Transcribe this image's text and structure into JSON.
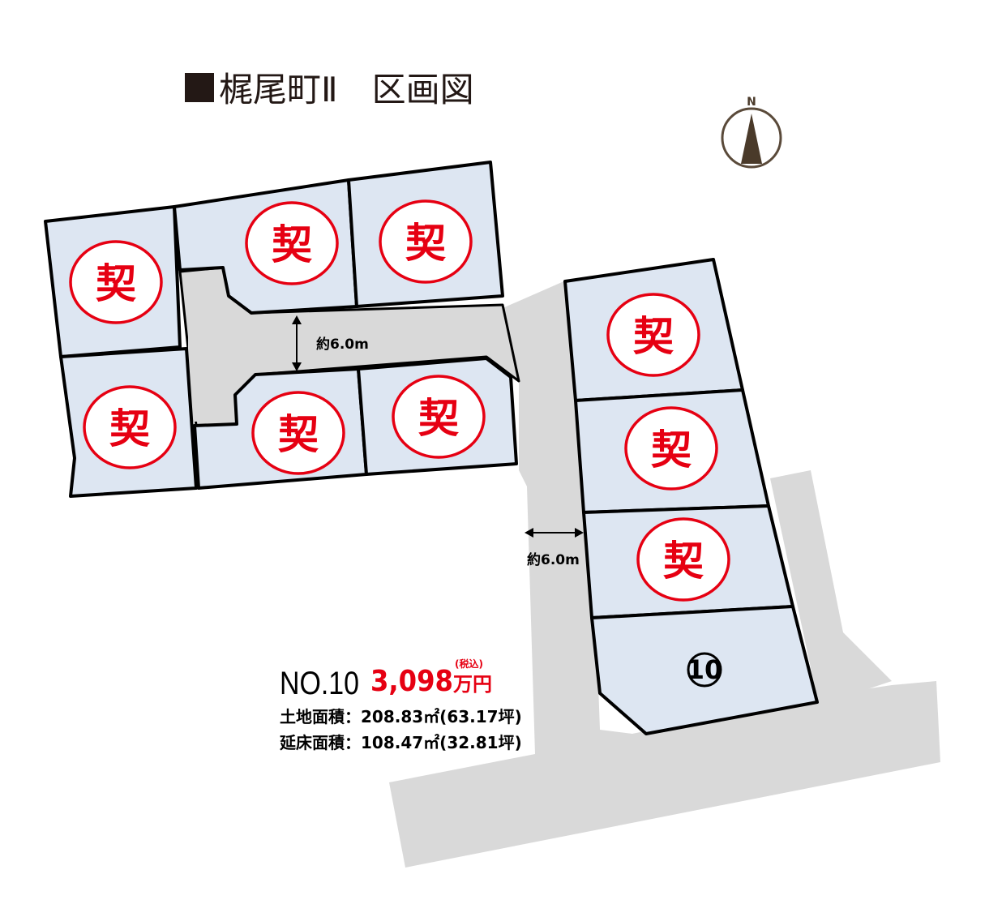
{
  "title": {
    "mark": "■",
    "text": "梶尾町Ⅱ　区画図"
  },
  "compass": {
    "label": "N",
    "icon": "north-arrow-icon"
  },
  "colors": {
    "lot_fill": "#dde6f2",
    "road_fill": "#d9d9d9",
    "stamp_red": "#e60012",
    "title_color": "#231815"
  },
  "lots": [
    {
      "id": "lot-1",
      "status": "契",
      "sold": true
    },
    {
      "id": "lot-2",
      "status": "契",
      "sold": true
    },
    {
      "id": "lot-3",
      "status": "契",
      "sold": true
    },
    {
      "id": "lot-4",
      "status": "契",
      "sold": true
    },
    {
      "id": "lot-5",
      "status": "契",
      "sold": true
    },
    {
      "id": "lot-6",
      "status": "契",
      "sold": true
    },
    {
      "id": "lot-7",
      "status": "契",
      "sold": true
    },
    {
      "id": "lot-8",
      "status": "契",
      "sold": true
    },
    {
      "id": "lot-9",
      "status": "契",
      "sold": true
    },
    {
      "id": "lot-10",
      "status": "⑩",
      "sold": false
    }
  ],
  "road_widths": {
    "cul_de_sac": "約6.0m",
    "main_road": "約6.0m"
  },
  "listing": {
    "number": "NO.10",
    "price": "3,098",
    "tax_note": "(税込)",
    "price_unit": "万円",
    "land_area": "土地面積：208.83㎡(63.17坪)",
    "floor_area": "延床面積：108.47㎡(32.81坪)"
  }
}
